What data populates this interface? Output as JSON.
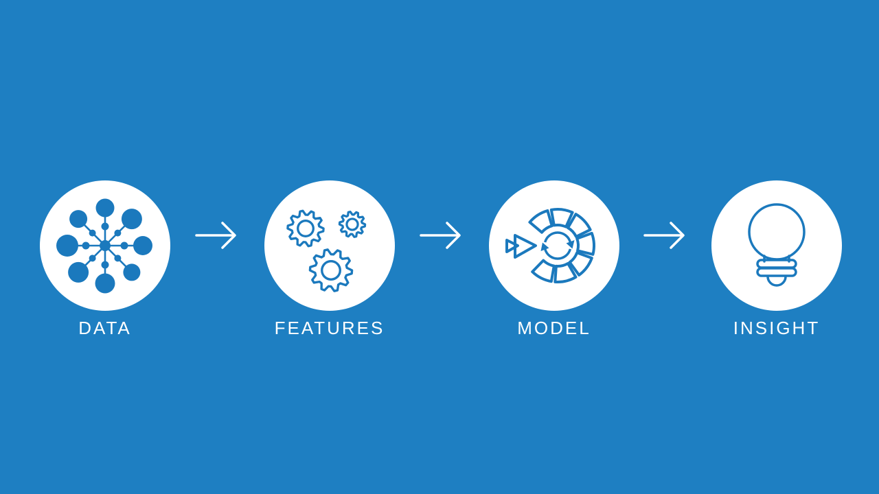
{
  "slide": {
    "title": "data pipeline process diagram",
    "background_color": "#1e7fc2",
    "icon_color": "#1b79bd",
    "text_color": "#ffffff"
  },
  "pipeline": {
    "steps": [
      {
        "label": "DATA",
        "icon": "data-network-icon"
      },
      {
        "label": "FEATURES",
        "icon": "gears-icon"
      },
      {
        "label": "MODEL",
        "icon": "model-cycle-icon"
      },
      {
        "label": "INSIGHT",
        "icon": "lightbulb-icon"
      }
    ],
    "connector": {
      "icon": "right-arrow-icon",
      "count": 3
    }
  }
}
